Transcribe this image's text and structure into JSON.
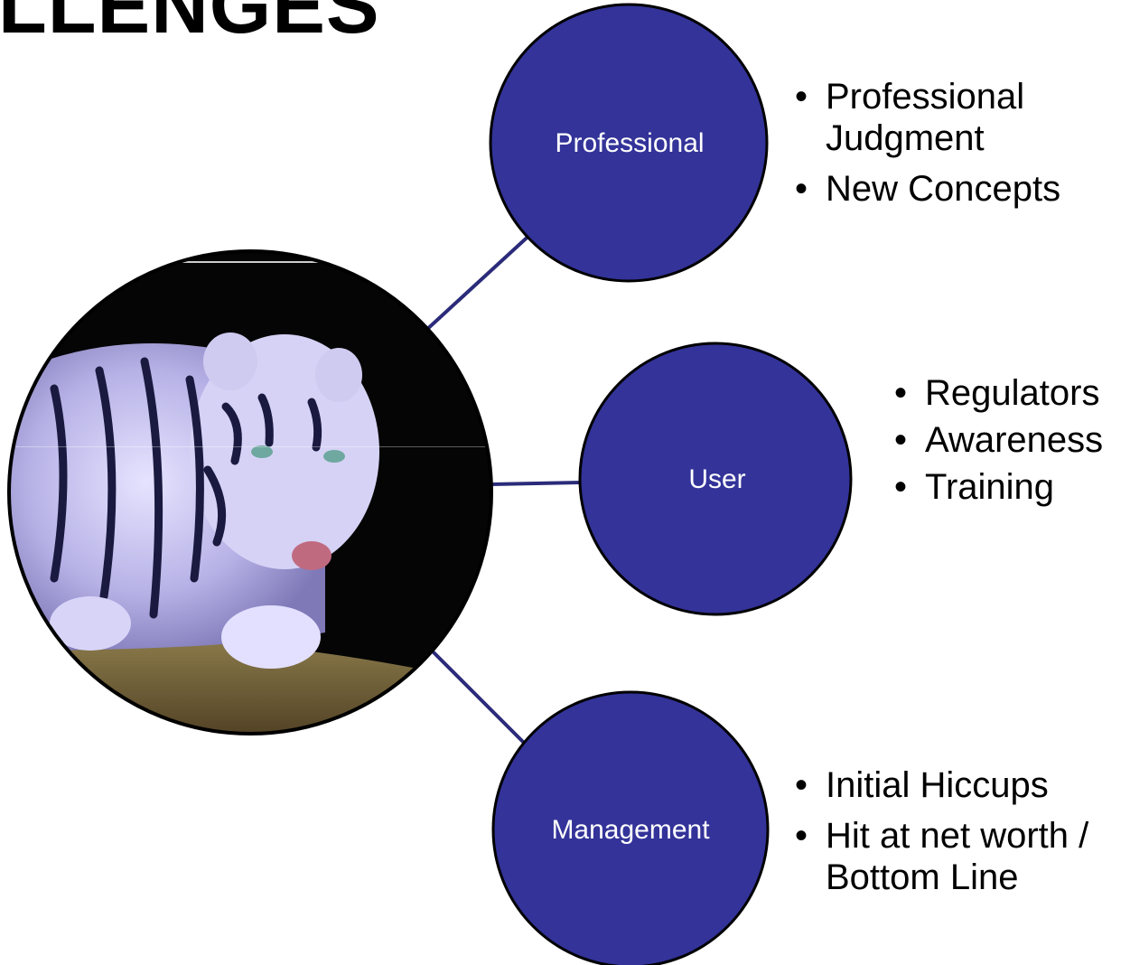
{
  "title": "LLENGES",
  "colors": {
    "node_fill": "#333399",
    "connector": "#2b2b7a",
    "node_text": "#ffffff"
  },
  "center_image": {
    "name": "white-tiger-photo"
  },
  "nodes": [
    {
      "label": "Professional",
      "bullets": [
        "Professional Judgment",
        "New Concepts"
      ]
    },
    {
      "label": "User",
      "bullets": [
        "Regulators",
        "Awareness",
        "Training"
      ]
    },
    {
      "label": "Management",
      "bullets": [
        "Initial Hiccups",
        "Hit at net worth / Bottom Line"
      ]
    }
  ]
}
